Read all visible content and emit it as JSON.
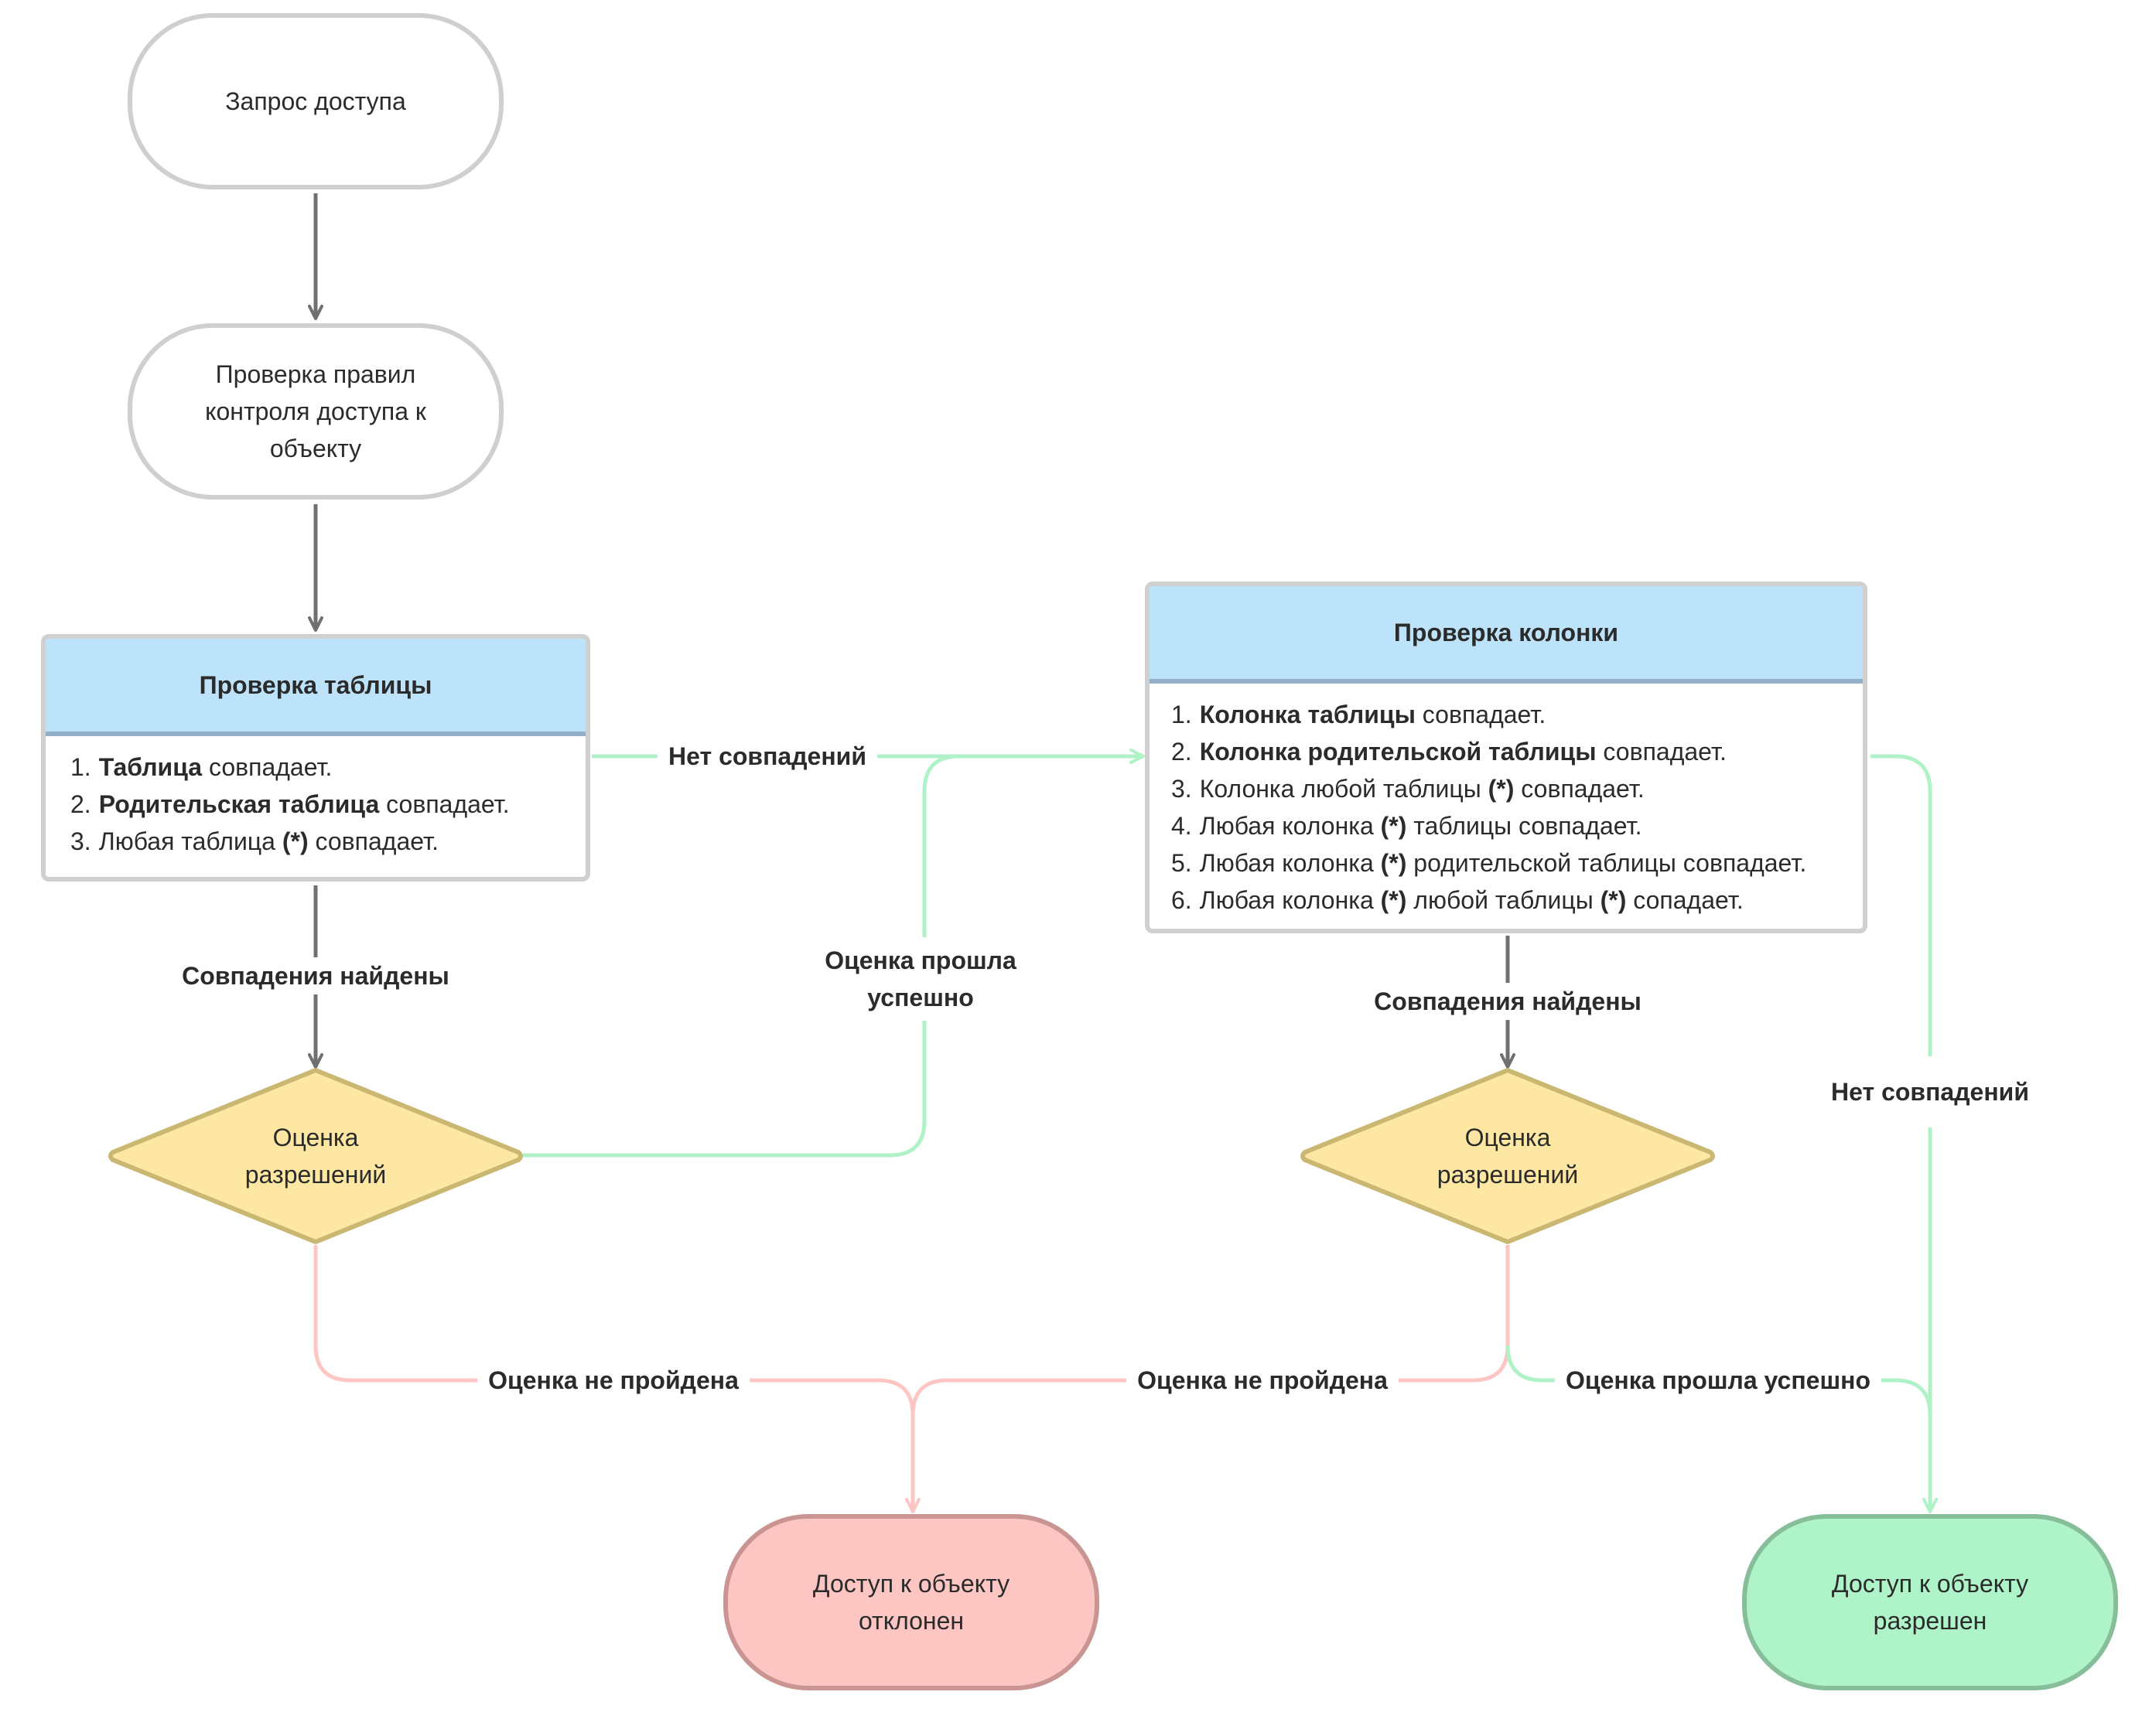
{
  "nodes": {
    "start": {
      "label": "Запрос доступа"
    },
    "acl_check": {
      "label": "Проверка правил контроля доступа к объекту"
    },
    "table_check": {
      "title": "Проверка таблицы",
      "items": [
        {
          "num": "1.",
          "bold": "Таблица",
          "rest": " совпадает."
        },
        {
          "num": "2.",
          "bold": "Родительская таблица",
          "rest": " совпадает."
        },
        {
          "num": "3.",
          "pre": "Любая таблица ",
          "bold": "(*)",
          "rest": " совпадает."
        }
      ]
    },
    "column_check": {
      "title": "Проверка колонки",
      "items": [
        {
          "num": "1.",
          "bold": "Колонка таблицы",
          "rest": " совпадает."
        },
        {
          "num": "2.",
          "bold": "Колонка родительской таблицы",
          "rest": " совпадает."
        },
        {
          "num": "3.",
          "pre": "Колонка любой таблицы ",
          "bold": "(*)",
          "rest": " совпадает."
        },
        {
          "num": "4.",
          "pre": "Любая колонка ",
          "bold": "(*)",
          "rest": " таблицы совпадает."
        },
        {
          "num": "5.",
          "pre": "Любая колонка ",
          "bold": "(*)",
          "rest": " родительской таблицы совпадает."
        },
        {
          "num": "6.",
          "pre": "Любая колонка ",
          "bold": "(*)",
          "mid": " любой таблицы ",
          "bold2": "(*)",
          "rest": " сопадает."
        }
      ]
    },
    "eval_left": {
      "label": "Оценка разрешений"
    },
    "eval_right": {
      "label": "Оценка разрешений"
    },
    "denied": {
      "label": "Доступ к объекту отклонен"
    },
    "allowed": {
      "label": "Доступ к объекту разрешен"
    }
  },
  "edge_labels": {
    "table_no_match": "Нет совпадений",
    "table_matches_found": "Совпадения найдены",
    "left_eval_passed": "Оценка прошла успешно",
    "left_eval_failed": "Оценка не пройдена",
    "right_eval_failed": "Оценка не пройдена",
    "right_eval_passed": "Оценка прошла успешно",
    "column_matches_found": "Совпадения найдены",
    "column_no_match": "Нет совпадений"
  },
  "colors": {
    "neutral_edge": "#707070",
    "success_edge": "#aff2c8",
    "fail_edge": "#fdc6c3",
    "header_fill": "#bde3fb",
    "diamond_fill": "#fde7a2",
    "diamond_stroke": "#cab772",
    "denied_fill": "#fdc6c3",
    "allowed_fill": "#aff3c9"
  }
}
